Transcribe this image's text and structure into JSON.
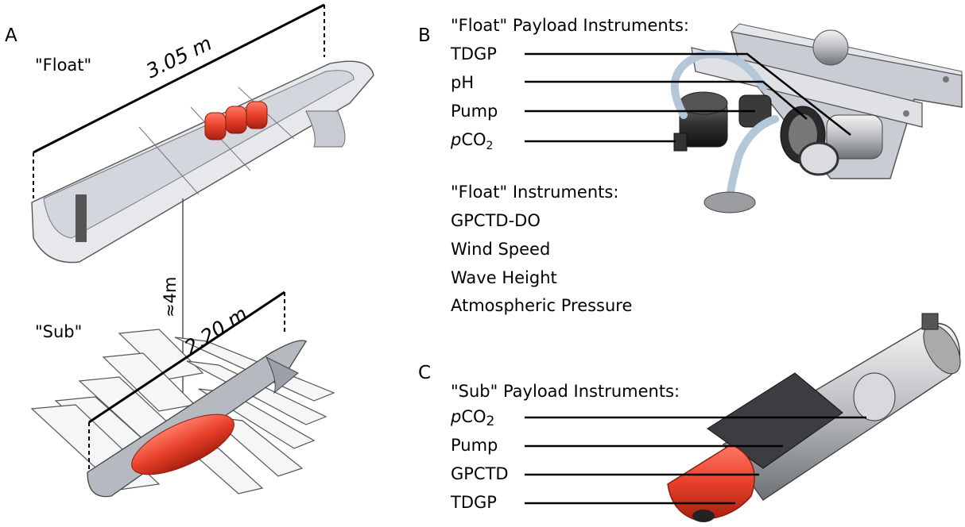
{
  "panels": {
    "a": "A",
    "b": "B",
    "c": "C"
  },
  "panel_a": {
    "float_label": "\"Float\"",
    "sub_label": "\"Sub\"",
    "float_length": "3.05 m",
    "sub_length": "2.20 m",
    "tether_length": "≈4m"
  },
  "panel_b": {
    "payload_heading": "\"Float\" Payload Instruments:",
    "payload_items": [
      "TDGP",
      "pH",
      "Pump"
    ],
    "pco2": {
      "prefix": "p",
      "base": "CO",
      "subscript": "2"
    },
    "float_heading": "\"Float\" Instruments:",
    "float_items": [
      "GPCTD-DO",
      "Wind Speed",
      "Wave Height",
      "Atmospheric Pressure"
    ]
  },
  "panel_c": {
    "payload_heading": "\"Sub\" Payload Instruments:",
    "pco2": {
      "prefix": "p",
      "base": "CO",
      "subscript": "2"
    },
    "payload_items": [
      "Pump",
      "GPCTD",
      "TDGP"
    ]
  },
  "colors": {
    "highlight": "#e8402a",
    "hull": "#c9ccd2",
    "metal": "#8e9196"
  }
}
